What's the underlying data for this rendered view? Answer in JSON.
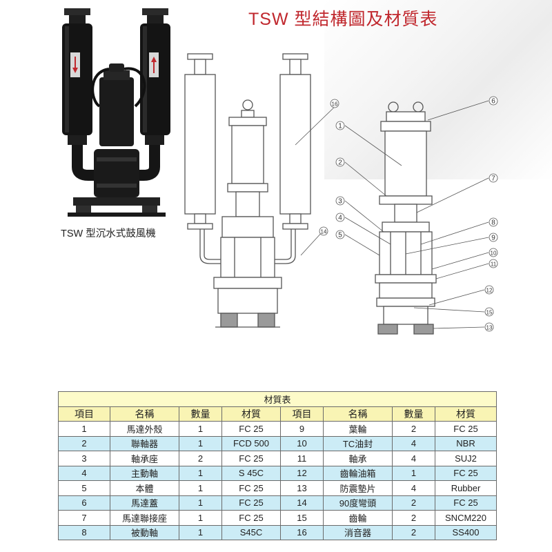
{
  "page": {
    "title": "TSW 型結構圖及材質表"
  },
  "product": {
    "caption": "TSW 型沉水式鼓風機"
  },
  "diagram": {
    "callouts": [
      "1",
      "2",
      "3",
      "4",
      "5",
      "6",
      "7",
      "8",
      "9",
      "10",
      "11",
      "12",
      "13",
      "14",
      "15",
      "16"
    ]
  },
  "table": {
    "title": "材質表",
    "headers": [
      "項目",
      "名稱",
      "數量",
      "材質",
      "項目",
      "名稱",
      "數量",
      "材質"
    ],
    "rows": [
      [
        "1",
        "馬達外殼",
        "1",
        "FC 25",
        "9",
        "葉輪",
        "2",
        "FC 25"
      ],
      [
        "2",
        "聯軸器",
        "1",
        "FCD 500",
        "10",
        "TC油封",
        "4",
        "NBR"
      ],
      [
        "3",
        "軸承座",
        "2",
        "FC 25",
        "11",
        "軸承",
        "4",
        "SUJ2"
      ],
      [
        "4",
        "主動軸",
        "1",
        "S 45C",
        "12",
        "齒輪油箱",
        "1",
        "FC 25"
      ],
      [
        "5",
        "本體",
        "1",
        "FC 25",
        "13",
        "防震墊片",
        "4",
        "Rubber"
      ],
      [
        "6",
        "馬達蓋",
        "1",
        "FC 25",
        "14",
        "90度彎頭",
        "2",
        "FC 25"
      ],
      [
        "7",
        "馬達聯接座",
        "1",
        "FC 25",
        "15",
        "齒輪",
        "2",
        "SNCM220"
      ],
      [
        "8",
        "被動軸",
        "1",
        "S45C",
        "16",
        "消音器",
        "2",
        "SS400"
      ]
    ]
  },
  "colors": {
    "title_red": "#c0272d",
    "table_header_yellow": "#f9f4b4",
    "table_title_yellow": "#fdfbc9",
    "table_row_blue": "#ccecf6"
  }
}
